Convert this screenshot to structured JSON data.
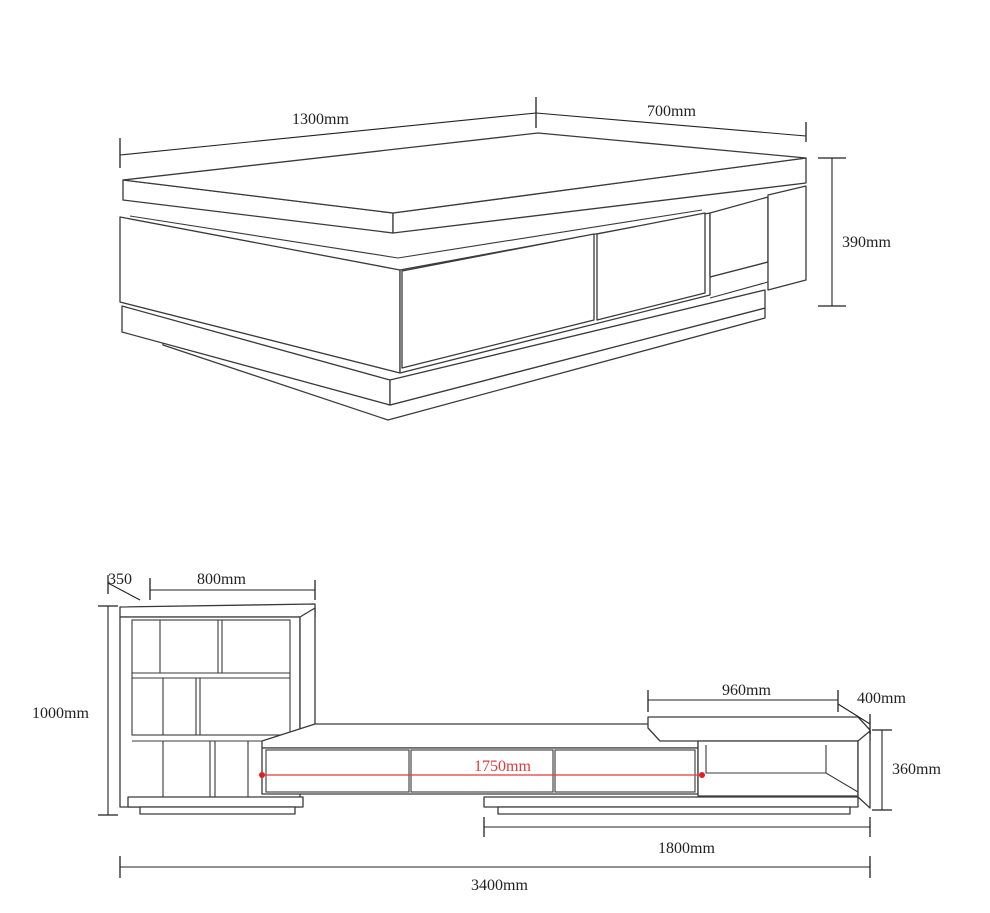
{
  "coffee_table": {
    "length_label": "1300mm",
    "depth_label": "700mm",
    "height_label": "390mm"
  },
  "tv_cabinet": {
    "shelf_depth_label": "350",
    "shelf_width_label": "800mm",
    "cabinet_height_label": "1000mm",
    "right_top_width_label": "960mm",
    "right_top_depth_label": "400mm",
    "low_height_label": "360mm",
    "drawer_span_label": "1750mm",
    "base_length_label": "1800mm",
    "total_length_label": "3400mm"
  },
  "colors": {
    "line": "#3a3a3a",
    "accent_red": "#e03a3a"
  }
}
